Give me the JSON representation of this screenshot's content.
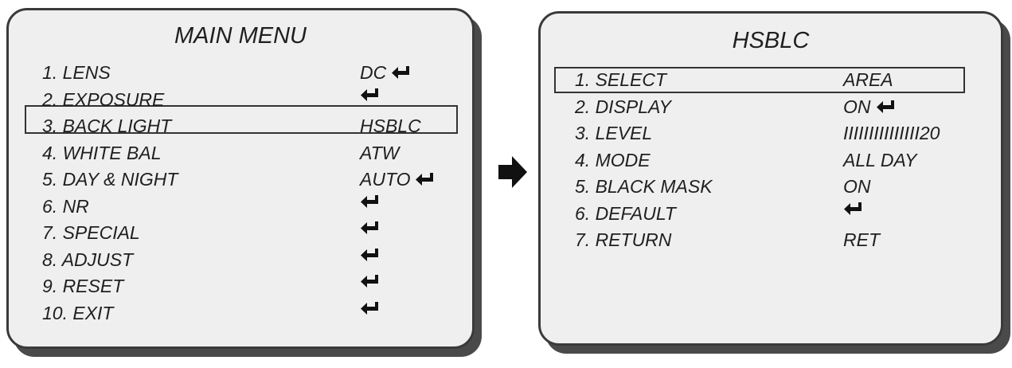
{
  "main_menu": {
    "title": "MAIN MENU",
    "items": [
      {
        "label": "1. LENS",
        "value": "DC",
        "enter": true
      },
      {
        "label": "2. EXPOSURE",
        "value": "",
        "enter": true
      },
      {
        "label": "3. BACK LIGHT",
        "value": "HSBLC",
        "enter": false,
        "selected": true
      },
      {
        "label": "4. WHITE BAL",
        "value": "ATW",
        "enter": false
      },
      {
        "label": "5. DAY & NIGHT",
        "value": "AUTO",
        "enter": true
      },
      {
        "label": "6. NR",
        "value": "",
        "enter": true
      },
      {
        "label": "7. SPECIAL",
        "value": "",
        "enter": true
      },
      {
        "label": "8. ADJUST",
        "value": "",
        "enter": true
      },
      {
        "label": "9. RESET",
        "value": "",
        "enter": true
      },
      {
        "label": "10. EXIT",
        "value": "",
        "enter": true
      }
    ]
  },
  "hsblc_menu": {
    "title": "HSBLC",
    "items": [
      {
        "label": "1. SELECT",
        "value": "AREA",
        "enter": false,
        "selected": true
      },
      {
        "label": "2. DISPLAY",
        "value": "ON",
        "enter": true
      },
      {
        "label": "3. LEVEL",
        "value": "IIIIIIIIIIIIIII20",
        "enter": false
      },
      {
        "label": "4. MODE",
        "value": "ALL DAY",
        "enter": false
      },
      {
        "label": "5. BLACK MASK",
        "value": "ON",
        "enter": false
      },
      {
        "label": "6. DEFAULT",
        "value": "",
        "enter": true
      },
      {
        "label": "7. RETURN",
        "value": "RET",
        "enter": false
      }
    ]
  },
  "icons": {
    "enter": "enter-return-icon",
    "transition": "right-arrow-icon"
  },
  "colors": {
    "panel_bg": "#efefef",
    "panel_border": "#3a3a3a",
    "text": "#1f1f1f"
  }
}
